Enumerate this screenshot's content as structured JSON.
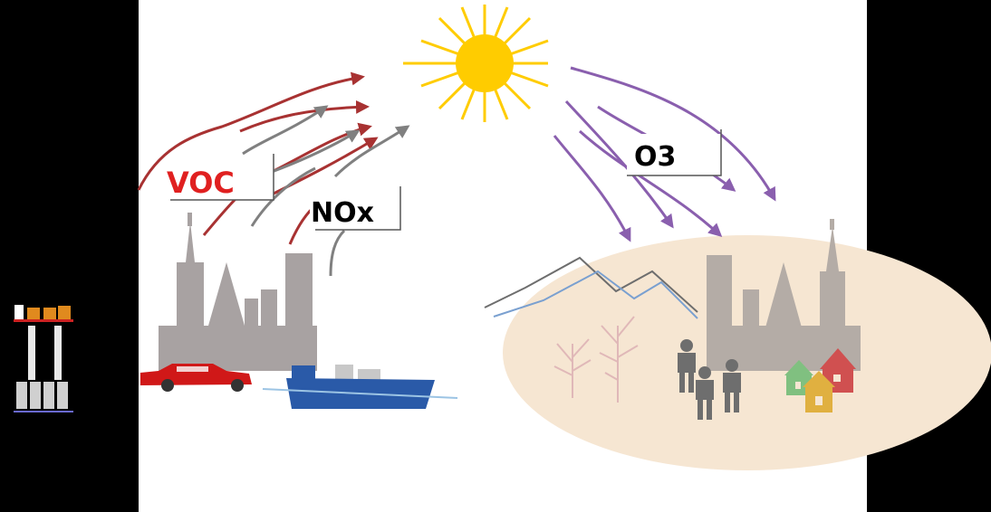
{
  "labels": {
    "voc": "VOC",
    "nox": "NOx",
    "o3": "O3"
  },
  "colors": {
    "background": "#000000",
    "canvas": "#ffffff",
    "sun": "#ffcc00",
    "precursor_arrow": "#a83232",
    "nox_arrow": "#808080",
    "ozone_arrow": "#8a5fae",
    "affected_area": "#f6e6d2",
    "city": "#a8a2a2",
    "car": "#d01818",
    "ship": "#2a5aa8",
    "voc_text": "#e02020",
    "nox_text": "#000000",
    "o3_text": "#000000"
  },
  "icons": [
    "sun-icon",
    "power-plant-icon",
    "city-skyline-icon",
    "car-icon",
    "ship-icon",
    "mountains-icon",
    "trees-icon",
    "people-icon",
    "houses-icon"
  ]
}
